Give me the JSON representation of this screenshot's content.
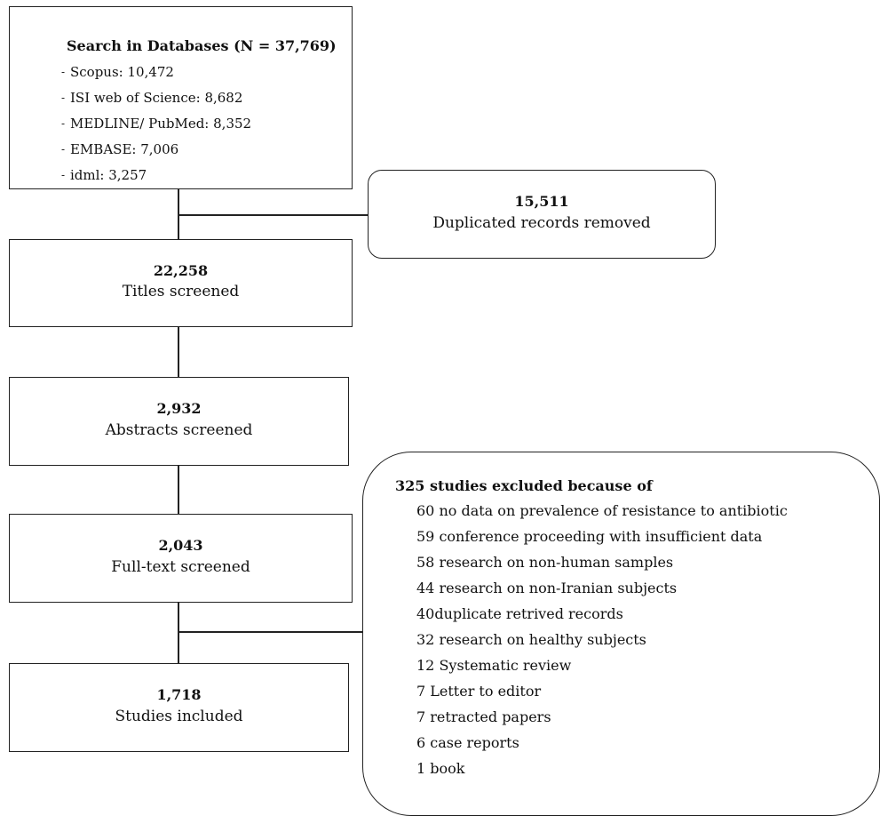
{
  "search": {
    "title": "Search in Databases (N = 37,769)",
    "items": [
      "Scopus: 10,472",
      "ISI web of Science: 8,682",
      "MEDLINE/ PubMed: 8,352",
      "EMBASE: 7,006",
      "idml: 3,257"
    ]
  },
  "duplicates": {
    "count": "15,511",
    "label": "Duplicated records removed"
  },
  "titles": {
    "count": "22,258",
    "label": "Titles screened"
  },
  "abstracts": {
    "count": "2,932",
    "label": "Abstracts screened"
  },
  "fulltext": {
    "count": "2,043",
    "label": "Full-text screened"
  },
  "included": {
    "count": "1,718",
    "label": "Studies included"
  },
  "excluded": {
    "title": "325 studies excluded because of",
    "items": [
      "60 no data on prevalence of resistance to antibiotic",
      "59 conference proceeding with insufficient data",
      "58 research on non-human samples",
      "44 research on non-Iranian subjects",
      "40duplicate retrived records",
      "32 research on healthy subjects",
      "12 Systematic review",
      "7 Letter to editor",
      "7 retracted papers",
      "6 case reports",
      "1 book"
    ]
  }
}
